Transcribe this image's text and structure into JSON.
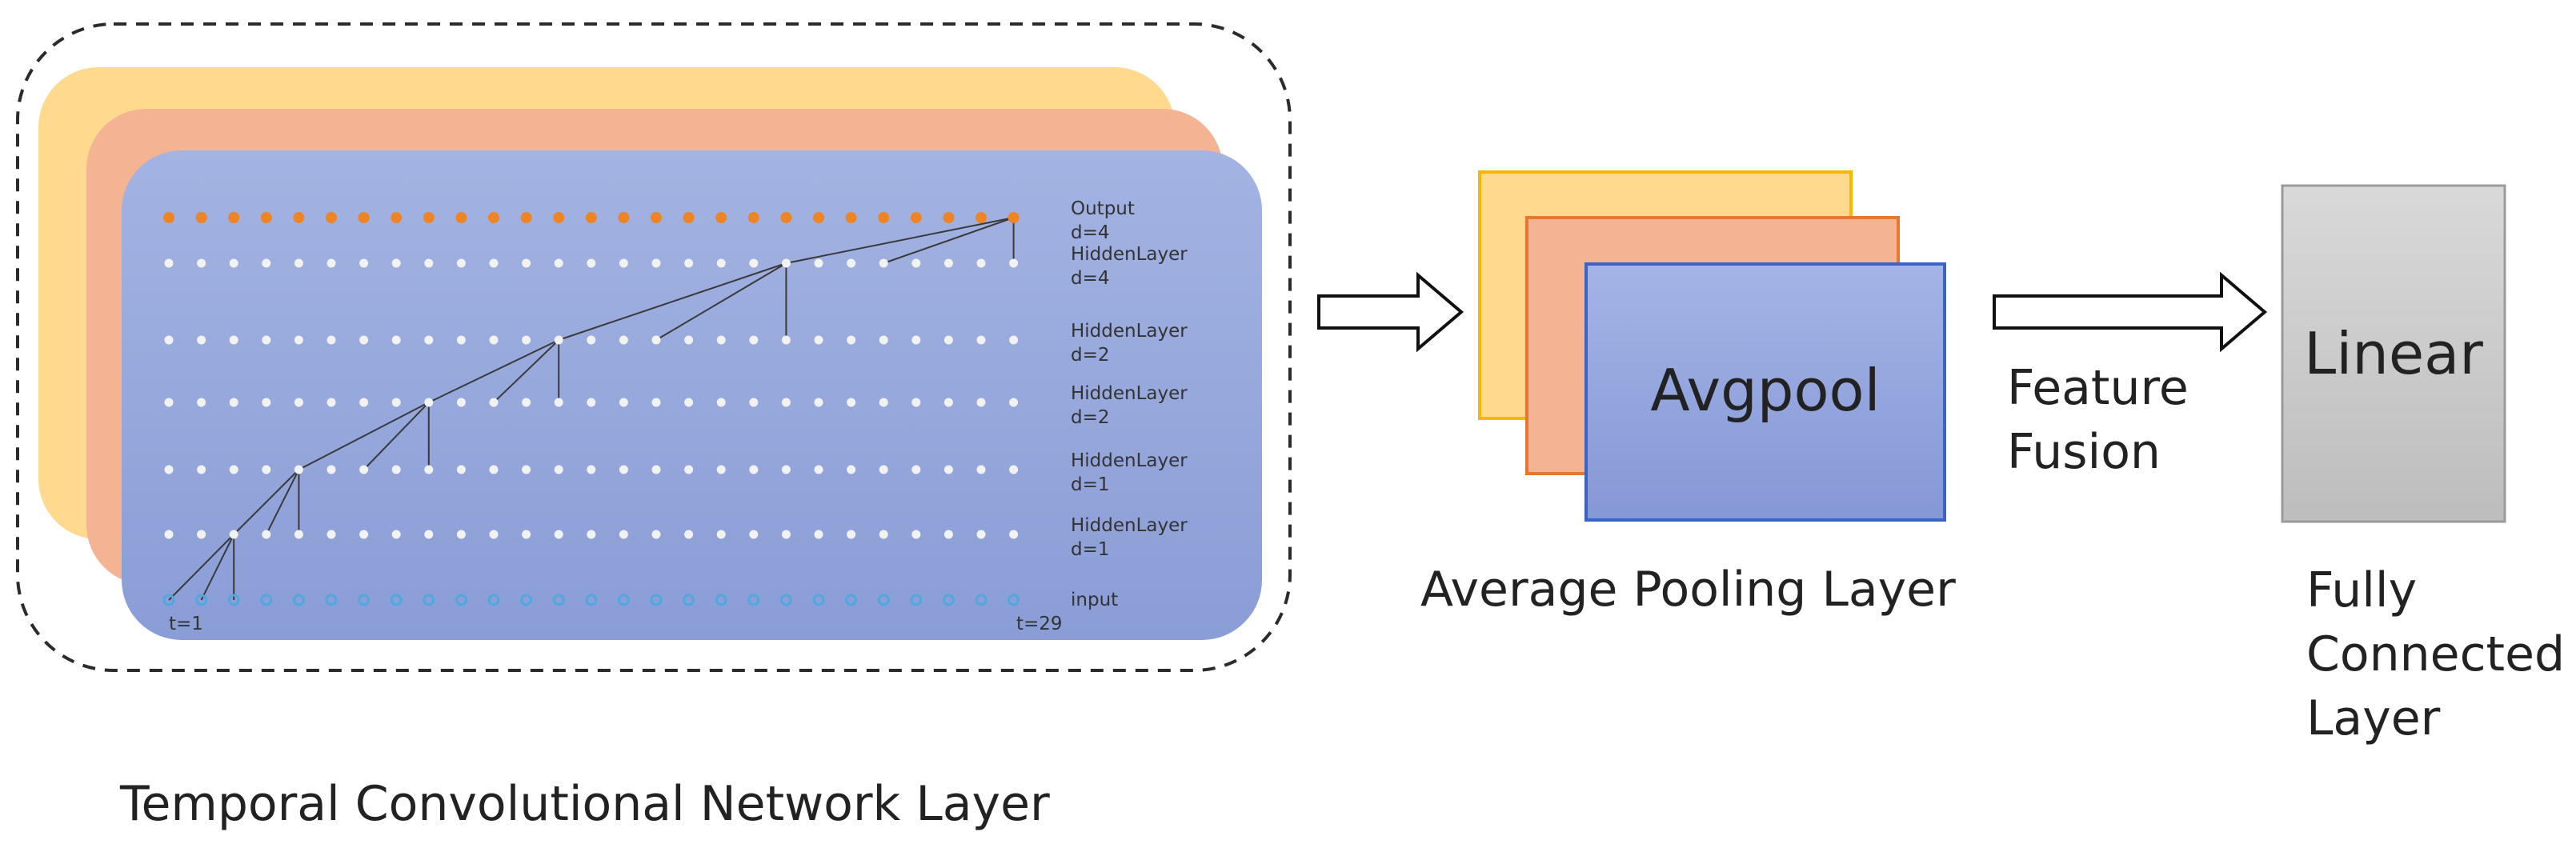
{
  "tcn": {
    "caption": "Temporal Convolutional Network Layer",
    "layers": [
      {
        "label_lines": [
          "Output",
          "d=4"
        ],
        "color": "#EE8424",
        "kind": "output"
      },
      {
        "label_lines": [
          "HiddenLayer",
          "d=4"
        ],
        "color": "#F2F2F2",
        "kind": "hidden"
      },
      {
        "label_lines": [
          "HiddenLayer",
          "d=2"
        ],
        "color": "#F2F2F2",
        "kind": "hidden"
      },
      {
        "label_lines": [
          "HiddenLayer",
          "d=2"
        ],
        "color": "#F2F2F2",
        "kind": "hidden"
      },
      {
        "label_lines": [
          "HiddenLayer",
          "d=1"
        ],
        "color": "#F2F2F2",
        "kind": "hidden"
      },
      {
        "label_lines": [
          "HiddenLayer",
          "d=1"
        ],
        "color": "#F2F2F2",
        "kind": "hidden"
      },
      {
        "label_lines": [
          "input"
        ],
        "color": "#4FA8E0",
        "kind": "input"
      }
    ],
    "time_start_label": "t=1",
    "time_end_label": "t=29",
    "back_panel_colors": [
      "#FFD98E",
      "#F4B392"
    ],
    "front_panel_color": "#97A8DC"
  },
  "avgpool": {
    "box_label": "Avgpool",
    "caption": "Average Pooling Layer",
    "panel_colors": [
      "#FFD98E",
      "#F4B392",
      "#95A8E0"
    ]
  },
  "fusion": {
    "label_lines": [
      "Feature",
      "Fusion"
    ]
  },
  "linear": {
    "box_label": "Linear",
    "caption_lines": [
      "Fully",
      "Connected",
      "Layer"
    ],
    "box_color": "#CFCFCF"
  }
}
